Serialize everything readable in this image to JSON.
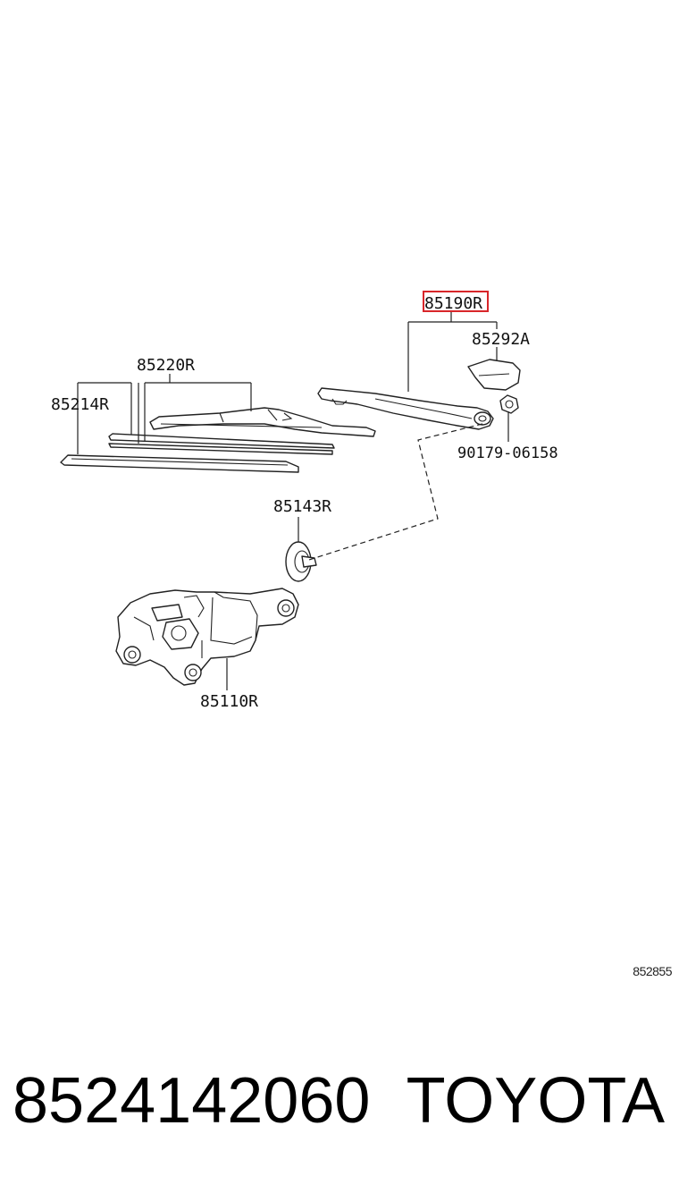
{
  "callouts": {
    "arm": "85190R",
    "cap": "85292A",
    "blade": "85220R",
    "rubber": "85214R",
    "nut": "90179-06158",
    "pivot": "85143R",
    "motor": "85110R"
  },
  "highlighted_callout": "85190R",
  "highlight_color": "#d8262a",
  "diagram_ref": "852855",
  "footer": {
    "part_number": "8524142060",
    "brand": "TOYOTA"
  }
}
